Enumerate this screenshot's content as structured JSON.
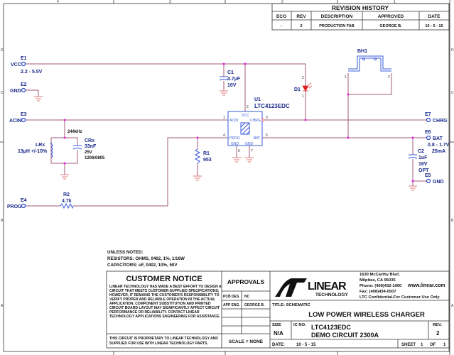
{
  "revision_history": {
    "title": "REVISION HISTORY",
    "headers": [
      "ECO",
      "REV",
      "DESCRIPTION",
      "APPROVED",
      "DATE"
    ],
    "row": [
      "-",
      "2",
      "PRODUCTION FAB",
      "GEORGE B.",
      "10 - 5 - 15"
    ]
  },
  "zones": {
    "top": [
      "4",
      "3",
      "2",
      "1"
    ],
    "side": [
      "D",
      "C",
      "B",
      "A"
    ]
  },
  "terminals": {
    "e1": {
      "ref": "E1",
      "net": "VCC",
      "note": "2.2 - 5.5V"
    },
    "e2": {
      "ref": "E2",
      "net": "GND"
    },
    "e3": {
      "ref": "E3",
      "net": "ACIN"
    },
    "e4": {
      "ref": "E4",
      "net": "PROG"
    },
    "e5": {
      "ref": "E5",
      "net": "GND"
    },
    "e6": {
      "ref": "E6",
      "net": "BAT",
      "note1": "0.8 - 1.7V",
      "note2": "25mA"
    },
    "e7": {
      "ref": "E7",
      "net": "CHRG"
    }
  },
  "components": {
    "c1": {
      "ref": "C1",
      "value": "4.7µF",
      "rating": "10V"
    },
    "c2": {
      "ref": "C2",
      "value": "1uF",
      "rating": "16V",
      "opt": "OPT"
    },
    "crx": {
      "ref": "CRx",
      "value": "33nF",
      "rating": "25V",
      "pkg": "1206/0805"
    },
    "lrx": {
      "ref": "LRx",
      "value": "13µH +/-10%"
    },
    "freq": "244kHz",
    "r1": {
      "ref": "R1",
      "value": "953"
    },
    "r2": {
      "ref": "R2",
      "value": "4.7k"
    },
    "d1": {
      "ref": "D1"
    },
    "bh1": {
      "ref": "BH1"
    },
    "u1": {
      "ref": "U1",
      "part": "LTC4123EDC",
      "pins": {
        "vcc": "VCC",
        "acin": "ACIN",
        "chrg": "CHRG",
        "prog": "PROG",
        "bat": "BAT",
        "gnd1": "GND",
        "gnd2": "GND"
      },
      "pin_numbers": [
        "1",
        "2",
        "3",
        "4",
        "5",
        "6",
        "7"
      ]
    }
  },
  "pin_small": {
    "d1_a": "2",
    "d1_k": "1",
    "bh_1": "1",
    "bh_2": "2"
  },
  "notes": [
    "UNLESS NOTED:",
    "RESISTORS: OHMS, 0402, 1%, 1/16W",
    "CAPACITORS:  uF, 0402, 10%,  50V"
  ],
  "title_block": {
    "notice_title": "CUSTOMER NOTICE",
    "notice_lines": [
      "LINEAR TECHNOLOGY HAS MADE A BEST EFFORT TO DESIGN A",
      "CIRCUIT THAT MEETS CUSTOMER-SUPPLIED SPECIFICATIONS;",
      "HOWEVER, IT REMAINS THE CUSTOMER'S RESPONSIBILITY TO",
      "VERIFY PROPER AND RELIABLE OPERATION IN THE ACTUAL",
      "APPLICATION.  COMPONENT SUBSTITUTION AND PRINTED",
      "CIRCUIT BOARD LAYOUT MAY SIGNIFICANTLY AFFECT CIRCUIT",
      "PERFORMANCE OR RELIABILITY.  CONTACT LINEAR",
      "TECHNOLOGY APPLICATIONS ENGINEERING FOR ASSISTANCE."
    ],
    "proprietary": [
      "THIS CIRCUIT IS PROPRIETARY TO LINEAR TECHNOLOGY AND",
      "SUPPLIED FOR USE WITH LINEAR TECHNOLOGY PARTS."
    ],
    "approvals": "APPROVALS",
    "pcb_des_label": "PCB DES.",
    "pcb_des": "NC",
    "app_eng_label": "APP ENG.",
    "app_eng": "GEORGE B.",
    "scale": "SCALE = NONE",
    "logo_text": "LINEAR",
    "logo_sub": "TECHNOLOGY",
    "address": [
      "1630 McCarthy Blvd.",
      "Milpitas, CA 95035",
      "Phone: (408)432-1900",
      "Fax: (408)434-0507",
      "LTC Confidential-For Customer Use Only"
    ],
    "website": "www.linear.com",
    "title_label": "TITLE:  SCHEMATIC",
    "title": "LOW POWER WIRELESS CHARGER",
    "size_label": "SIZE",
    "size": "N/A",
    "ic_label": "IC NO.",
    "ic": "LTC4123EDC",
    "demo": "DEMO CIRCUIT 2300A",
    "rev_label": "REV.",
    "rev": "2",
    "date_label": "DATE:",
    "date": "10 - 5 - 15",
    "sheet_label": "SHEET",
    "sheet": "1",
    "of_label": "OF",
    "of": "1"
  }
}
